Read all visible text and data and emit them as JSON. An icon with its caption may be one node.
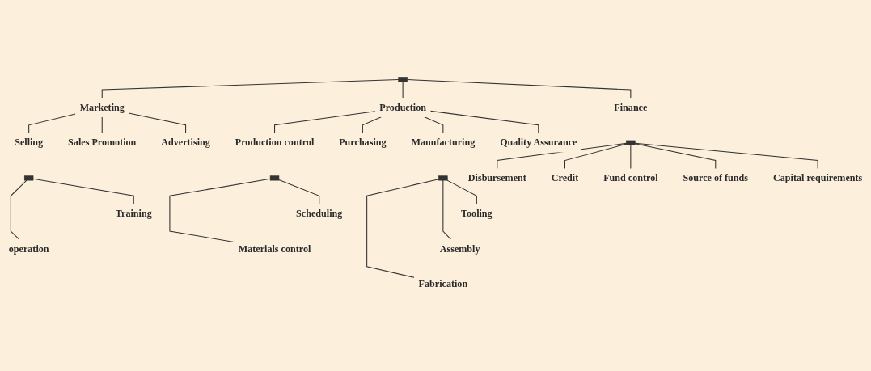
{
  "diagram": {
    "nodes": [
      {
        "text": [],
        "shape": "bar"
      },
      {
        "text": [
          "Marketing"
        ]
      },
      {
        "text": [
          "Production"
        ]
      },
      {
        "text": [
          "Finance"
        ]
      },
      {
        "text": [
          "Selling"
        ]
      },
      {
        "text": [
          "Sales Promotion"
        ]
      },
      {
        "text": [
          "Advertising"
        ]
      },
      {
        "text": [],
        "shape": "bar"
      },
      {
        "text": [
          "Training"
        ]
      },
      {
        "text": [
          "operation"
        ]
      },
      {
        "text": [
          "Production control"
        ]
      },
      {
        "text": [
          "Purchasing"
        ]
      },
      {
        "text": [
          "Manufacturing"
        ]
      },
      {
        "text": [
          "Quality Assurance"
        ]
      },
      {
        "text": [],
        "shape": "bar"
      },
      {
        "text": [
          "Scheduling"
        ]
      },
      {
        "text": [
          "Materials control"
        ]
      },
      {
        "text": [],
        "shape": "bar"
      },
      {
        "text": [
          "Tooling"
        ]
      },
      {
        "text": [
          "Assembly"
        ]
      },
      {
        "text": [
          "Fabrication"
        ]
      },
      {
        "text": [],
        "shape": "bar"
      },
      {
        "text": [
          "Disbursement"
        ]
      },
      {
        "text": [
          "Credit"
        ]
      },
      {
        "text": [
          "Fund control"
        ]
      },
      {
        "text": [
          "Source of funds"
        ]
      },
      {
        "text": [
          "Capital requirements"
        ]
      }
    ],
    "edges": [
      {
        "from": 0,
        "to": 1,
        "arrow": "none"
      },
      {
        "from": 0,
        "to": 2,
        "arrow": "none"
      },
      {
        "from": 0,
        "to": 3,
        "arrow": "none"
      },
      {
        "from": 1,
        "to": 4,
        "arrow": "none"
      },
      {
        "from": 1,
        "to": 5,
        "arrow": "none"
      },
      {
        "from": 1,
        "to": 6,
        "arrow": "none"
      },
      {
        "from": 7,
        "to": 8,
        "arrow": "none"
      },
      {
        "from": 7,
        "to": 9,
        "arrow": "none"
      },
      {
        "from": 2,
        "to": 10,
        "arrow": "none"
      },
      {
        "from": 2,
        "to": 11,
        "arrow": "none"
      },
      {
        "from": 2,
        "to": 12,
        "arrow": "none"
      },
      {
        "from": 2,
        "to": 13,
        "arrow": "none"
      },
      {
        "from": 14,
        "to": 15,
        "arrow": "none"
      },
      {
        "from": 14,
        "to": 16,
        "arrow": "none"
      },
      {
        "from": 17,
        "to": 18,
        "arrow": "none"
      },
      {
        "from": 17,
        "to": 19,
        "arrow": "none"
      },
      {
        "from": 17,
        "to": 20,
        "arrow": "none"
      },
      {
        "from": 21,
        "to": 22,
        "arrow": "none"
      },
      {
        "from": 21,
        "to": 23,
        "arrow": "none"
      },
      {
        "from": 21,
        "to": 24,
        "arrow": "none"
      },
      {
        "from": 21,
        "to": 25,
        "arrow": "none"
      },
      {
        "from": 21,
        "to": 26,
        "arrow": "none"
      }
    ]
  }
}
